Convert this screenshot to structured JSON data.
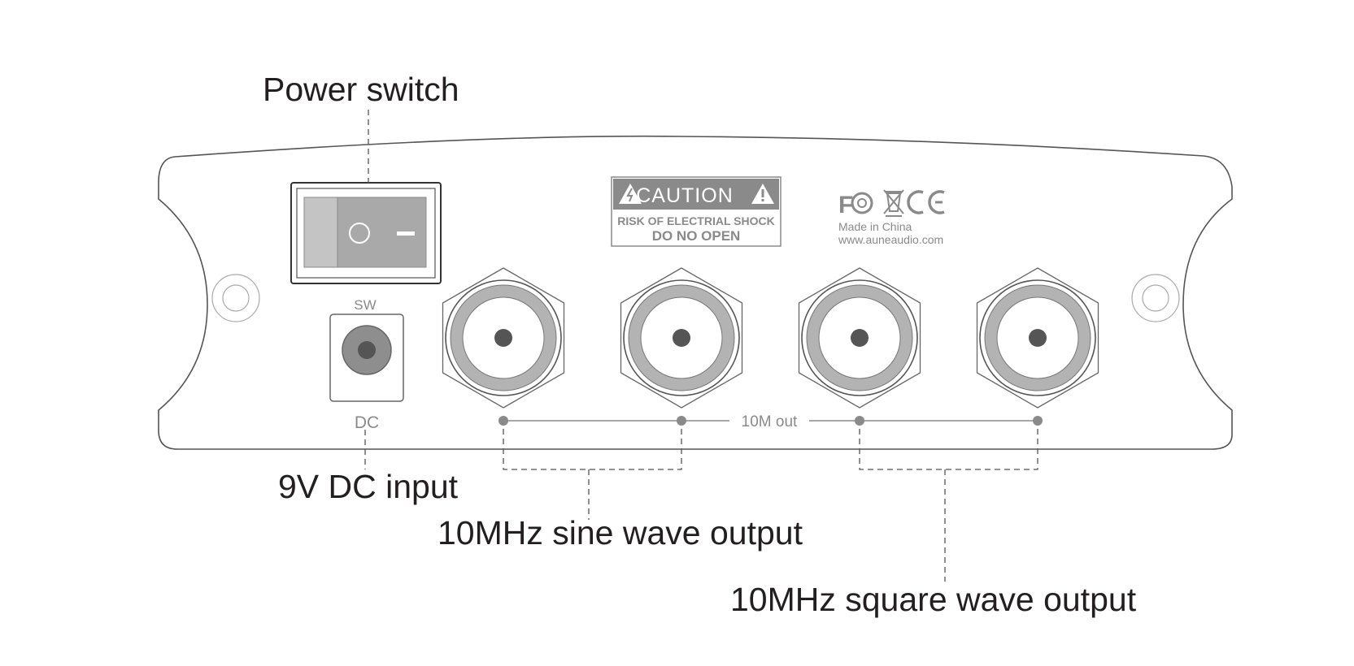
{
  "callouts": {
    "power_switch": "Power switch",
    "dc_input": "9V DC input",
    "sine_output": "10MHz sine wave output",
    "square_output": "10MHz square wave output"
  },
  "panel": {
    "sw_label": "SW",
    "dc_label": "DC",
    "output_label": "10M out"
  },
  "caution": {
    "title": "CAUTION",
    "line1": "RISK OF ELECTRIAL SHOCK",
    "line2": "DO NO OPEN"
  },
  "certification": {
    "made_in": "Made in China",
    "website": "www.auneaudio.com",
    "marks": [
      "fcc-mark",
      "weee-mark",
      "ce-mark"
    ]
  },
  "colors": {
    "outline": "#555555",
    "gray": "#8a8a8a",
    "ring": "#b3b3b3"
  }
}
